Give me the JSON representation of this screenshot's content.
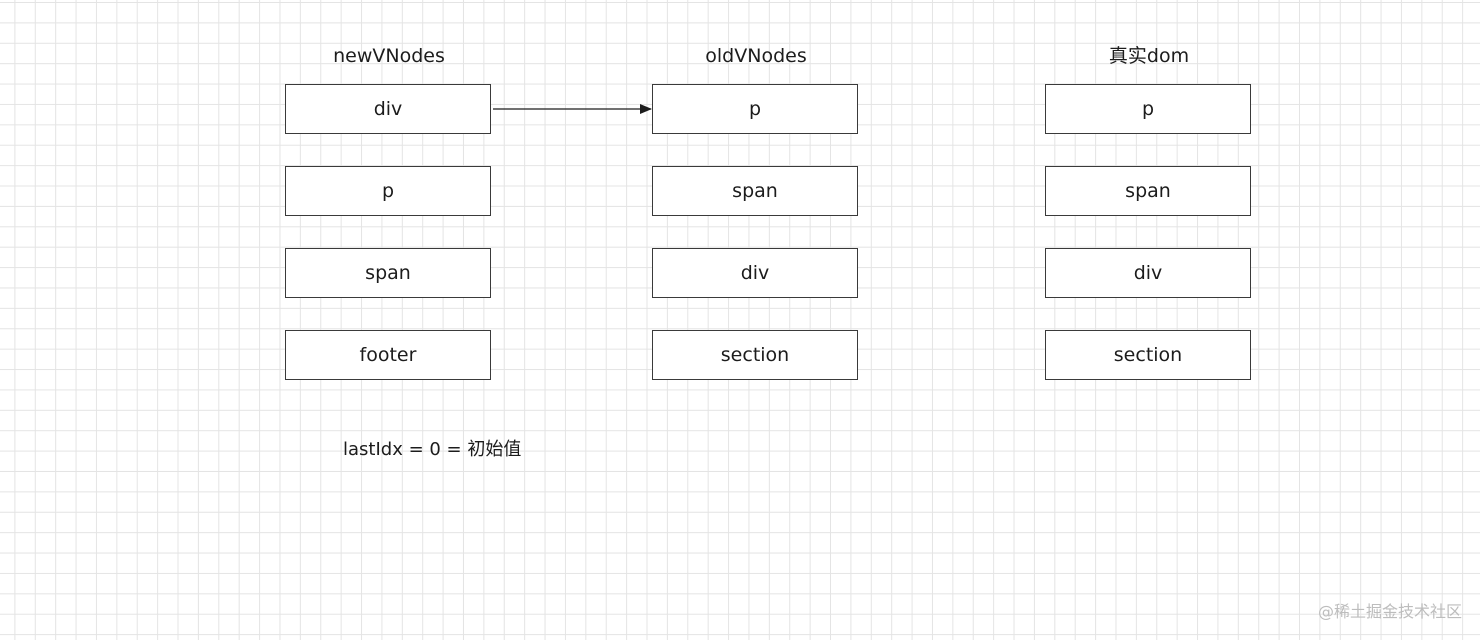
{
  "columns": [
    {
      "title": "newVNodes",
      "nodes": [
        "div",
        "p",
        "span",
        "footer"
      ]
    },
    {
      "title": "oldVNodes",
      "nodes": [
        "p",
        "span",
        "div",
        "section"
      ]
    },
    {
      "title": "真实dom",
      "nodes": [
        "p",
        "span",
        "div",
        "section"
      ]
    }
  ],
  "note": "lastIdx = 0 = 初始值",
  "watermark": "@稀土掘金技术社区",
  "colors": {
    "border": "#3a3a3a",
    "grid": "#e4e4e4",
    "arrow": "#1c1c1c"
  }
}
